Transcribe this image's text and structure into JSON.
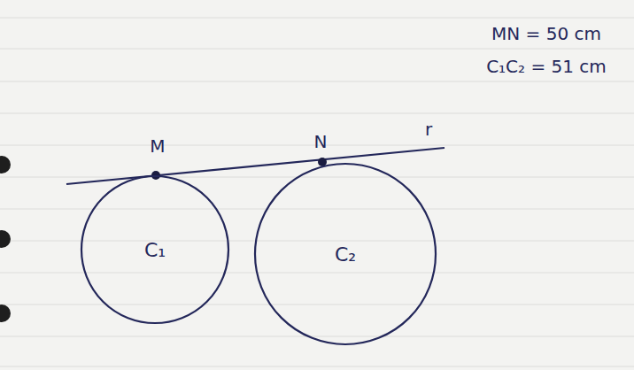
{
  "diagram": {
    "nodes": [
      {
        "text": [
          "C₁"
        ]
      },
      {
        "text": [
          "C₂"
        ]
      }
    ],
    "labels": [
      "MN = 50 cm",
      "C₁C₂ = 51 cm",
      "M",
      "N",
      "r"
    ]
  }
}
